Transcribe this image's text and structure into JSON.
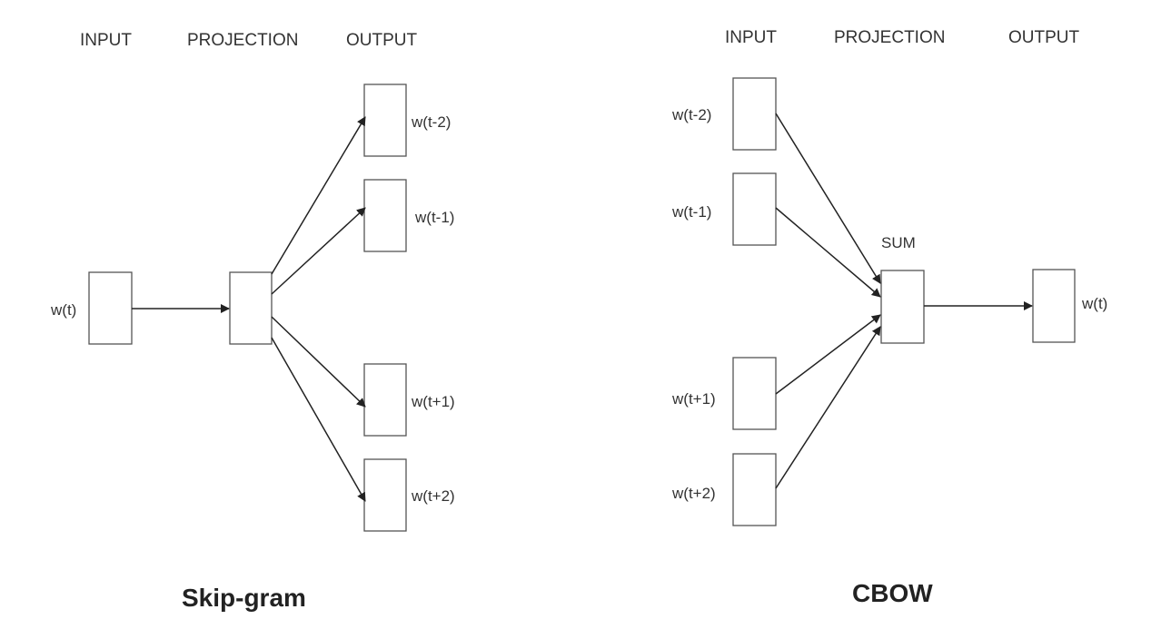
{
  "skipgram": {
    "title": "Skip-gram",
    "headers": {
      "input": "INPUT",
      "projection": "PROJECTION",
      "output": "OUTPUT"
    },
    "input_label": "w(t)",
    "output_labels": [
      "w(t-2)",
      "w(t-1)",
      "w(t+1)",
      "w(t+2)"
    ]
  },
  "cbow": {
    "title": "CBOW",
    "headers": {
      "input": "INPUT",
      "projection": "PROJECTION",
      "output": "OUTPUT"
    },
    "input_labels": [
      "w(t-2)",
      "w(t-1)",
      "w(t+1)",
      "w(t+2)"
    ],
    "sum_label": "SUM",
    "output_label": "w(t)"
  }
}
